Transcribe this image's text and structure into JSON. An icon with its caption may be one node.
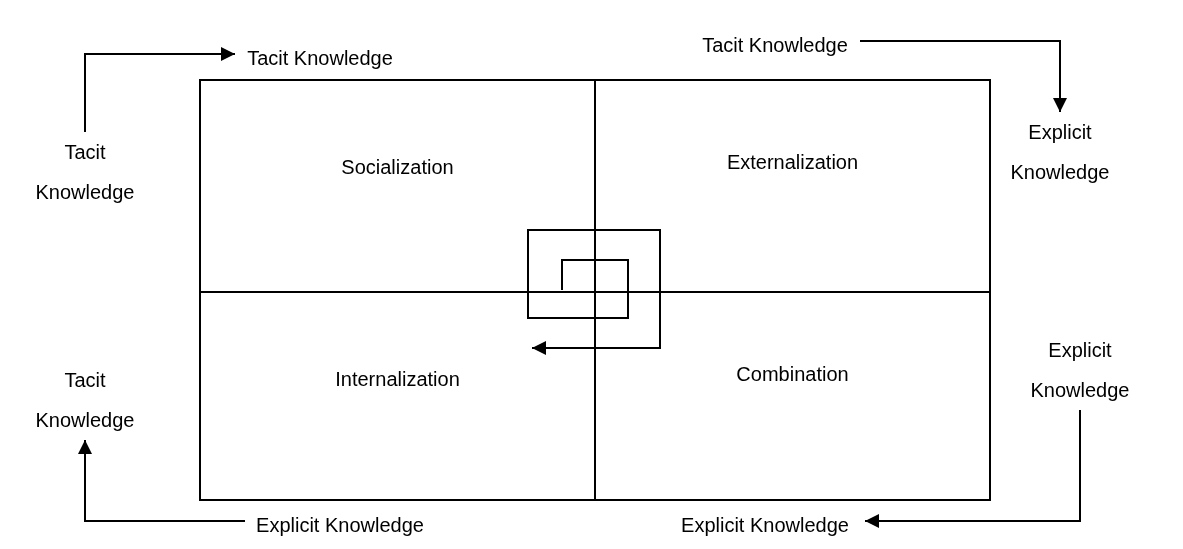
{
  "diagram": {
    "nodes": [
      {
        "text": [
          "Tacit Knowledge"
        ]
      },
      {
        "text": [
          "Tacit Knowledge"
        ]
      },
      {
        "text": [
          "Tacit Knowledge"
        ]
      },
      {
        "text": [
          "Socialization"
        ]
      },
      {
        "text": [
          "Externalization"
        ]
      },
      {
        "text": [
          "Explicit Knowledge"
        ]
      },
      {
        "text": [
          "Tacit Knowledge"
        ]
      },
      {
        "text": [
          "Internalization"
        ]
      },
      {
        "text": [
          "Combination"
        ]
      },
      {
        "text": [
          "Explicit Knowledge"
        ]
      },
      {
        "text": [
          "Explicit Knowledge"
        ]
      },
      {
        "text": [
          "Explicit Knowledge"
        ]
      }
    ],
    "edges": [
      {
        "from": 2,
        "to": 0,
        "arrow": "to"
      },
      {
        "from": 1,
        "to": 5,
        "arrow": "to"
      },
      {
        "from": 9,
        "to": 11,
        "arrow": "to"
      },
      {
        "from": 10,
        "to": 6,
        "arrow": "to"
      }
    ]
  }
}
